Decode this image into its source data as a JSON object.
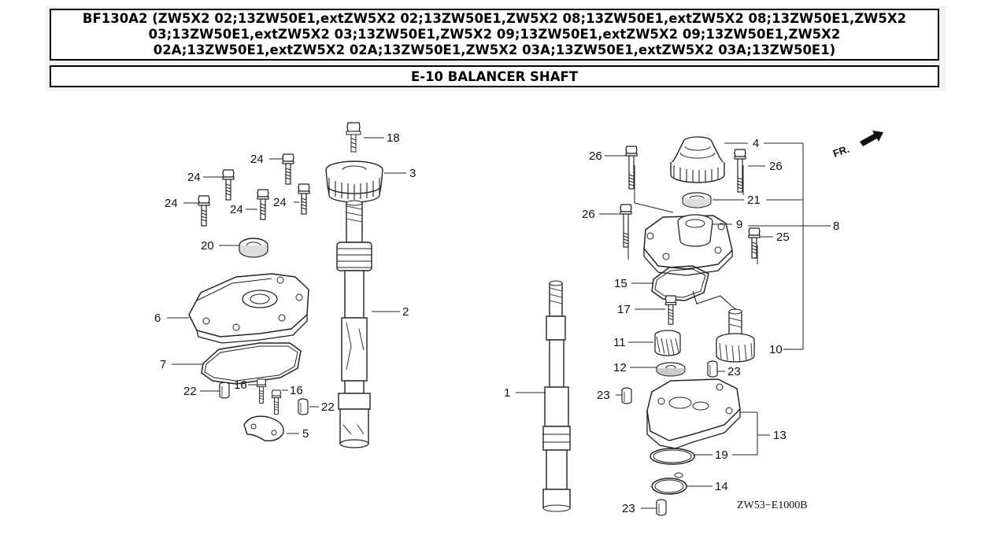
{
  "header": {
    "title": "BF130A2 (ZW5X2 02;13ZW50E1,extZW5X2 02;13ZW50E1,ZW5X2 08;13ZW50E1,extZW5X2 08;13ZW50E1,ZW5X2 03;13ZW50E1,extZW5X2 03;13ZW50E1,ZW5X2 09;13ZW50E1,extZW5X2 09;13ZW50E1,ZW5X2 02A;13ZW50E1,extZW5X2 02A;13ZW50E1,ZW5X2 03A;13ZW50E1,extZW5X2 03A;13ZW50E1)",
    "section": "E-10 BALANCER SHAFT"
  },
  "diagram": {
    "drawing_code": "ZW53−E1000B",
    "front_marker": "FR.",
    "callouts": {
      "c1": "1",
      "c2": "2",
      "c3": "3",
      "c4": "4",
      "c5": "5",
      "c6": "6",
      "c7": "7",
      "c8": "8",
      "c9": "9",
      "c10": "10",
      "c11": "11",
      "c12": "12",
      "c13": "13",
      "c14": "14",
      "c15": "15",
      "c16a": "16",
      "c16b": "16",
      "c17": "17",
      "c18": "18",
      "c19": "19",
      "c20": "20",
      "c21": "21",
      "c22a": "22",
      "c22b": "22",
      "c23a": "23",
      "c23b": "23",
      "c23c": "23",
      "c24a": "24",
      "c24b": "24",
      "c24c": "24",
      "c24d": "24",
      "c24e": "24",
      "c25": "25",
      "c26a": "26",
      "c26b": "26",
      "c26c": "26"
    }
  }
}
